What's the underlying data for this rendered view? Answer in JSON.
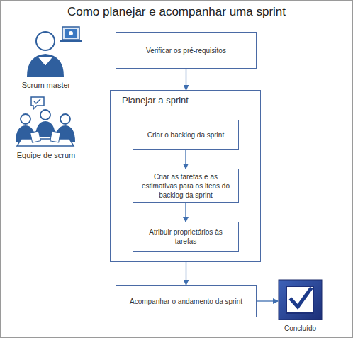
{
  "diagram": {
    "title": "Como planejar e acompanhar uma sprint",
    "nodes": [
      {
        "text": [
          "Verificar os pré-requisitos"
        ]
      },
      {
        "text": [
          "Planejar a sprint"
        ]
      },
      {
        "text": [
          "Criar o backlog da sprint"
        ],
        "in": 1
      },
      {
        "text": [
          "Criar as tarefas e as estimativas para os itens do backlog da sprint"
        ],
        "in": 1
      },
      {
        "text": [
          "Atribuir proprietários às tarefas"
        ],
        "in": 1
      },
      {
        "text": [
          "Acompanhar o andamento da sprint"
        ]
      },
      {
        "text": [
          "Concluído"
        ]
      }
    ],
    "edges": [
      {
        "from": 0,
        "to": 1,
        "arrow": "to"
      },
      {
        "from": 2,
        "to": 3,
        "arrow": "to"
      },
      {
        "from": 3,
        "to": 4,
        "arrow": "to"
      },
      {
        "from": 1,
        "to": 5,
        "arrow": "to"
      },
      {
        "from": 5,
        "to": 6,
        "arrow": "to"
      }
    ],
    "labels": [
      "Scrum master",
      "Equipe de scrum"
    ]
  }
}
